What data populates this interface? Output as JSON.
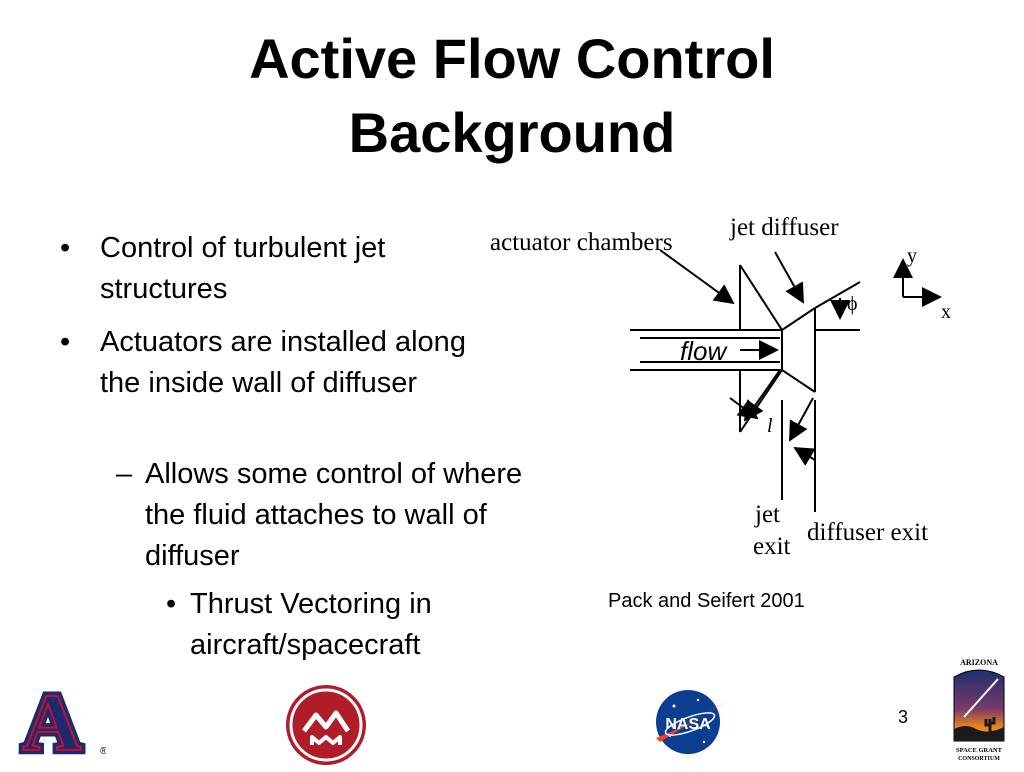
{
  "slide": {
    "title_line1": "Active Flow Control",
    "title_line2": "Background",
    "bullets": [
      {
        "marker": "•",
        "text": "Control of turbulent jet structures"
      },
      {
        "marker": "•",
        "text": "Actuators are installed along the inside wall of diffuser"
      },
      {
        "marker": "–",
        "text": "Allows some control of where the fluid attaches to wall of diffuser"
      },
      {
        "marker": "•",
        "text": "Thrust Vectoring in aircraft/spacecraft"
      }
    ],
    "caption": "Pack and Seifert 2001",
    "page_number": "3"
  },
  "diagram": {
    "labels": {
      "actuator_chambers": "actuator chambers",
      "jet_diffuser": "jet diffuser",
      "flow": "flow",
      "phi": "ϕ",
      "y": "y",
      "x": "x",
      "l": "l",
      "jet": "jet",
      "exit": "exit",
      "diffuser_exit": "diffuser exit"
    }
  },
  "logos": {
    "ua_letter": "A",
    "ua_registered": "®",
    "nasa": "NASA",
    "sg_top": "ARIZONA",
    "sg_bottom1": "SPACE GRANT",
    "sg_bottom2": "CONSORTIUM"
  },
  "colors": {
    "ua_navy": "#1c2a6e",
    "ua_red": "#c8102e",
    "nasa_blue": "#0b3d91",
    "nasa_red": "#fc3d21",
    "am_red": "#b01c28",
    "sg_sky": "#1b2f6e",
    "sg_sunset": "#e8841a"
  }
}
